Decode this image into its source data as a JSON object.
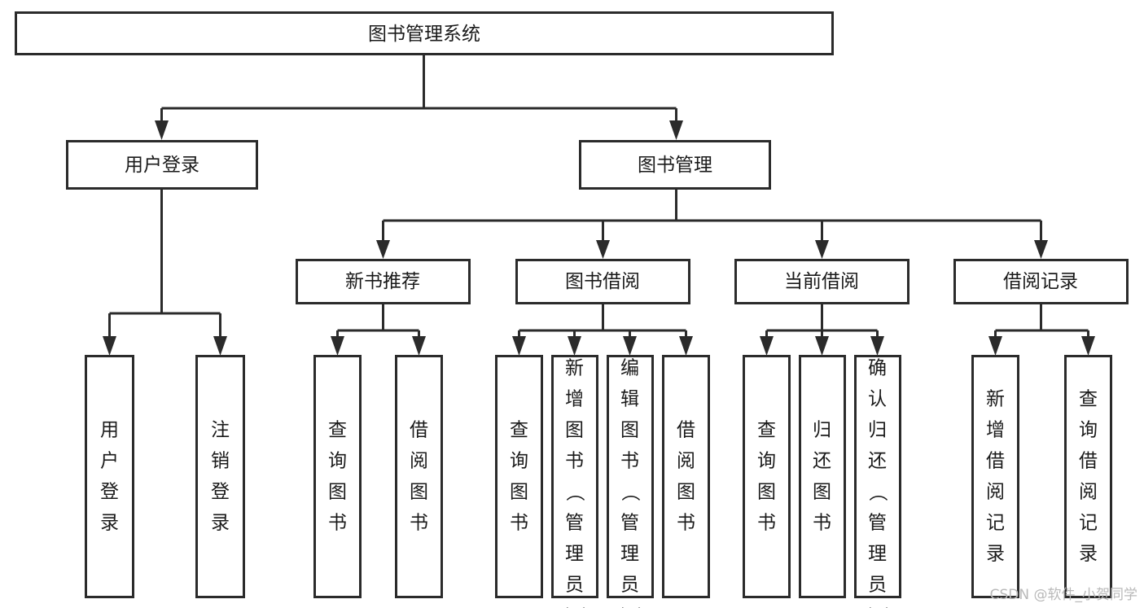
{
  "diagram": {
    "type": "tree-hierarchy-chart",
    "title_text": "图书管理系统",
    "colors": {
      "box_stroke": "#2b2b2b",
      "box_fill": "#ffffff",
      "connector": "#2b2b2b",
      "text": "#1a1a1a",
      "background": "#ffffff",
      "watermark": "#b9b9b9"
    },
    "root": {
      "label": "图书管理系统",
      "orientation": "horizontal"
    },
    "level2": [
      {
        "id": "user-login",
        "label": "用户登录",
        "orientation": "horizontal"
      },
      {
        "id": "book-management",
        "label": "图书管理",
        "orientation": "horizontal"
      }
    ],
    "level3": [
      {
        "id": "new-book-recommend",
        "label": "新书推荐",
        "orientation": "horizontal",
        "parent": "book-management"
      },
      {
        "id": "book-borrow",
        "label": "图书借阅",
        "orientation": "horizontal",
        "parent": "book-management"
      },
      {
        "id": "current-borrow",
        "label": "当前借阅",
        "orientation": "horizontal",
        "parent": "book-management"
      },
      {
        "id": "borrow-record",
        "label": "借阅记录",
        "orientation": "horizontal",
        "parent": "book-management"
      }
    ],
    "leaves": [
      {
        "id": "leaf-user-login",
        "label": "用户登录",
        "chars": [
          "用",
          "户",
          "登",
          "录"
        ],
        "parent": "user-login",
        "orientation": "vertical"
      },
      {
        "id": "leaf-logout-login",
        "label": "注销登录",
        "chars": [
          "注",
          "销",
          "登",
          "录"
        ],
        "parent": "user-login",
        "orientation": "vertical"
      },
      {
        "id": "leaf-query-book-1",
        "label": "查询图书",
        "chars": [
          "查",
          "询",
          "图",
          "书"
        ],
        "parent": "new-book-recommend",
        "orientation": "vertical"
      },
      {
        "id": "leaf-borrow-book-1",
        "label": "借阅图书",
        "chars": [
          "借",
          "阅",
          "图",
          "书"
        ],
        "parent": "new-book-recommend",
        "orientation": "vertical"
      },
      {
        "id": "leaf-query-book-2",
        "label": "查询图书",
        "chars": [
          "查",
          "询",
          "图",
          "书"
        ],
        "parent": "book-borrow",
        "orientation": "vertical"
      },
      {
        "id": "leaf-add-book-admin",
        "label": "新增图书（管理员）",
        "chars": [
          "新",
          "增",
          "图",
          "书",
          "（",
          "管",
          "理",
          "员",
          "）"
        ],
        "parent": "book-borrow",
        "orientation": "vertical"
      },
      {
        "id": "leaf-edit-book-admin",
        "label": "编辑图书（管理员）",
        "chars": [
          "编",
          "辑",
          "图",
          "书",
          "（",
          "管",
          "理",
          "员",
          "）"
        ],
        "parent": "book-borrow",
        "orientation": "vertical"
      },
      {
        "id": "leaf-borrow-book-2",
        "label": "借阅图书",
        "chars": [
          "借",
          "阅",
          "图",
          "书"
        ],
        "parent": "book-borrow",
        "orientation": "vertical"
      },
      {
        "id": "leaf-query-book-3",
        "label": "查询图书",
        "chars": [
          "查",
          "询",
          "图",
          "书"
        ],
        "parent": "current-borrow",
        "orientation": "vertical"
      },
      {
        "id": "leaf-return-book",
        "label": "归还图书",
        "chars": [
          "归",
          "还",
          "图",
          "书"
        ],
        "parent": "current-borrow",
        "orientation": "vertical"
      },
      {
        "id": "leaf-confirm-return-admin",
        "label": "确认归还（管理员）",
        "chars": [
          "确",
          "认",
          "归",
          "还",
          "（",
          "管",
          "理",
          "员",
          "）"
        ],
        "parent": "current-borrow",
        "orientation": "vertical"
      },
      {
        "id": "leaf-add-borrow-record",
        "label": "新增借阅记录",
        "chars": [
          "新",
          "增",
          "借",
          "阅",
          "记",
          "录"
        ],
        "parent": "borrow-record",
        "orientation": "vertical"
      },
      {
        "id": "leaf-query-borrow-record",
        "label": "查询借阅记录",
        "chars": [
          "查",
          "询",
          "借",
          "阅",
          "记",
          "录"
        ],
        "parent": "borrow-record",
        "orientation": "vertical"
      }
    ]
  },
  "watermark": {
    "text": "CSDN @软件_小贺同学"
  }
}
